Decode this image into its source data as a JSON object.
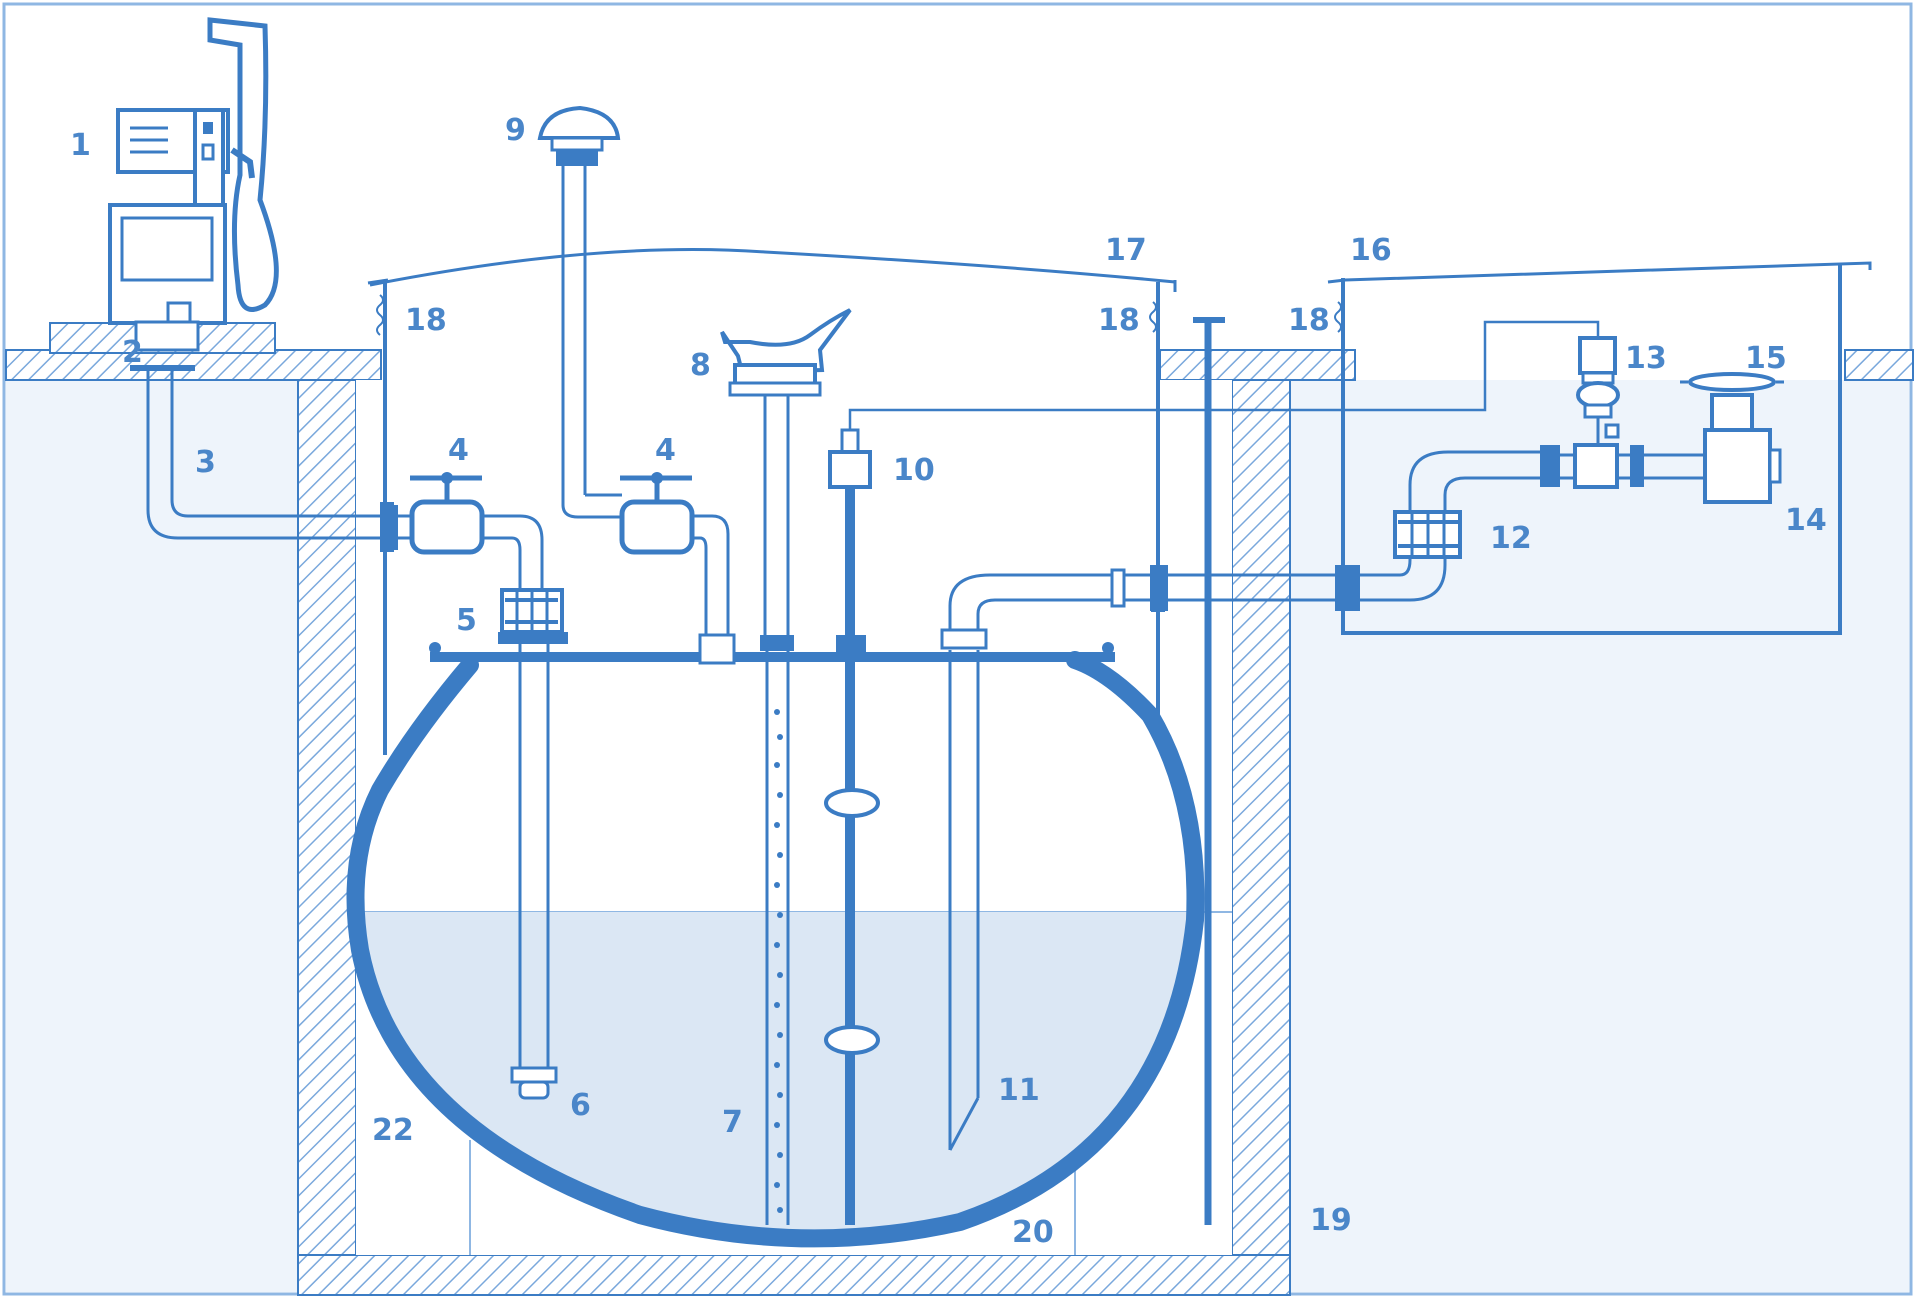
{
  "colors": {
    "line": "#3b7cc4",
    "line_light": "#8fb7e3",
    "soil": "#eef4fb",
    "liquid": "#dbe7f4",
    "hatch": "#7aa8dc",
    "label": "#4a86c9"
  },
  "callouts": {
    "n1": "1",
    "n2": "2",
    "n3": "3",
    "n4a": "4",
    "n4b": "4",
    "n5": "5",
    "n6": "6",
    "n7": "7",
    "n8": "8",
    "n9": "9",
    "n10": "10",
    "n11": "11",
    "n12": "12",
    "n13": "13",
    "n14": "14",
    "n15": "15",
    "n16": "16",
    "n17": "17",
    "n18a": "18",
    "n18b": "18",
    "n18c": "18",
    "n19": "19",
    "n20": "20",
    "n22": "22"
  }
}
